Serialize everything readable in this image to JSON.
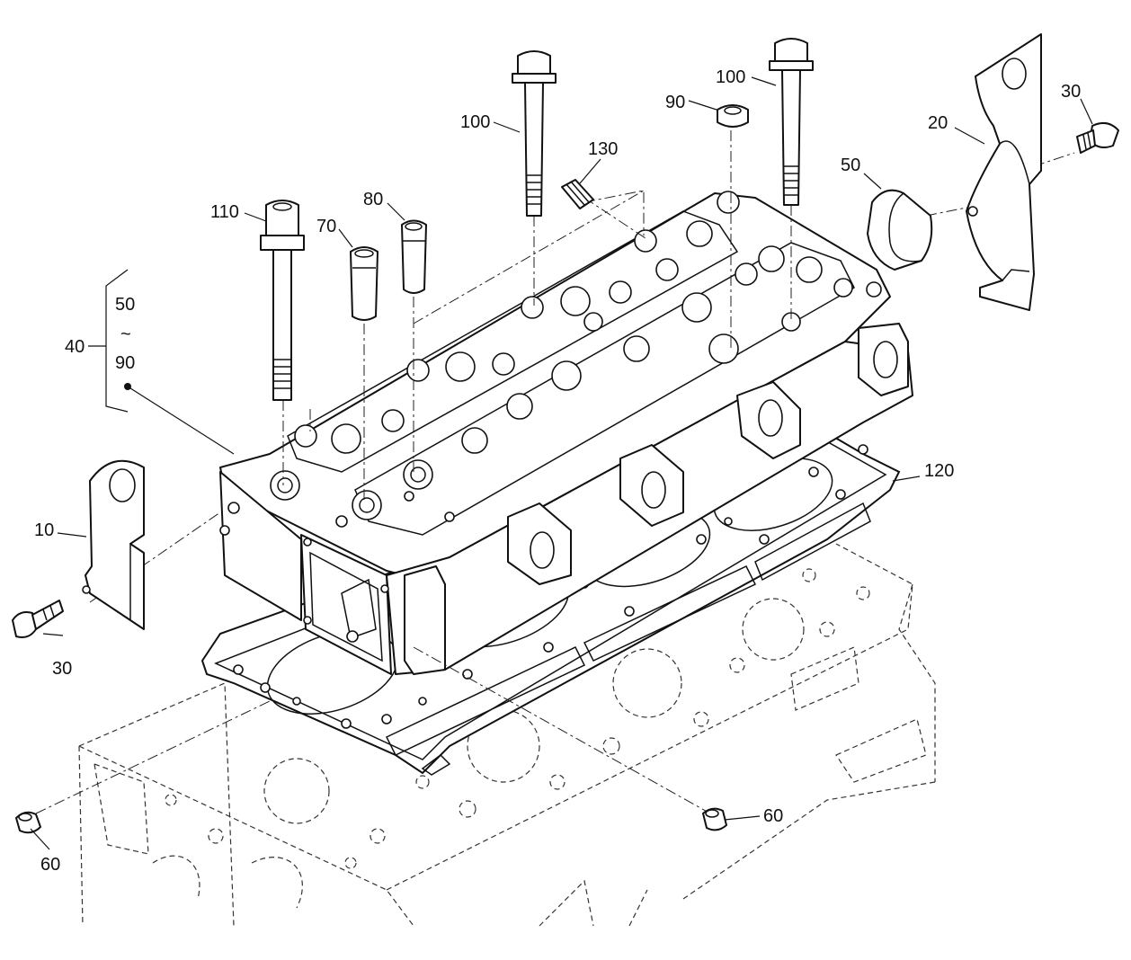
{
  "callouts": {
    "c10": "10",
    "c20": "20",
    "c30a": "30",
    "c30b": "30",
    "c40": "40",
    "c40_from": "50",
    "c40_tilde": "~",
    "c40_to": "90",
    "c50": "50",
    "c60a": "60",
    "c60b": "60",
    "c70": "70",
    "c80": "80",
    "c90": "90",
    "c100a": "100",
    "c100b": "100",
    "c110": "110",
    "c120": "120",
    "c130": "130"
  }
}
